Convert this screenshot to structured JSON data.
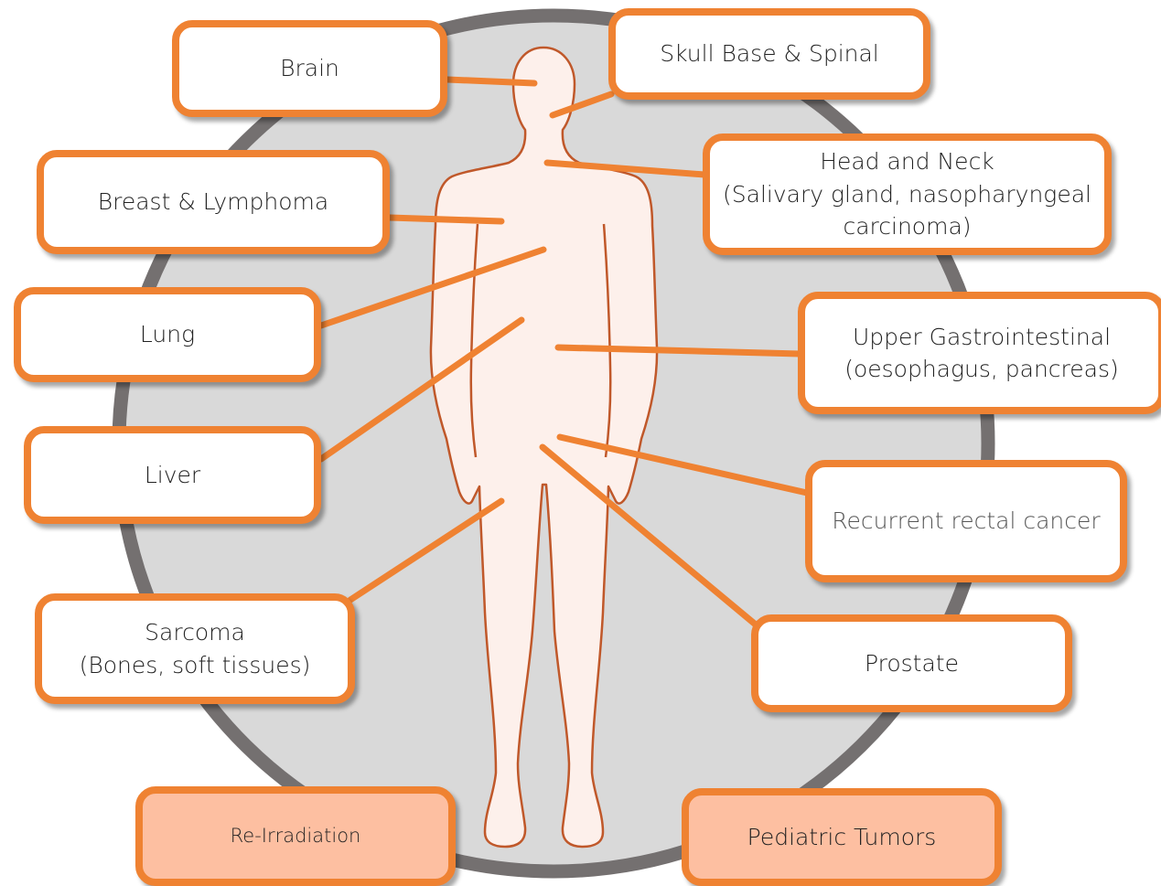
{
  "colors": {
    "accent": "#ef8232",
    "circle_fill": "#d9d9d9",
    "circle_stroke": "#747070",
    "body_fill": "#fdf0eb",
    "body_outline": "#c0582a",
    "special_fill": "#fdbfa1"
  },
  "labels": {
    "brain": "Brain",
    "skull": "Skull Base & Spinal",
    "breast": "Breast & Lymphoma",
    "headneck_l1": "Head and Neck",
    "headneck_l2": "(Salivary gland, nasopharyngeal",
    "headneck_l3": "carcinoma)",
    "lung": "Lung",
    "upperGI_l1": "Upper Gastrointestinal",
    "upperGI_l2": "(oesophagus, pancreas)",
    "liver": "Liver",
    "rectal": "Recurrent rectal cancer",
    "sarcoma_l1": "Sarcoma",
    "sarcoma_l2": "(Bones, soft tissues)",
    "prostate": "Prostate",
    "reirradiation": "Re-Irradiation",
    "pediatric": "Pediatric Tumors"
  }
}
